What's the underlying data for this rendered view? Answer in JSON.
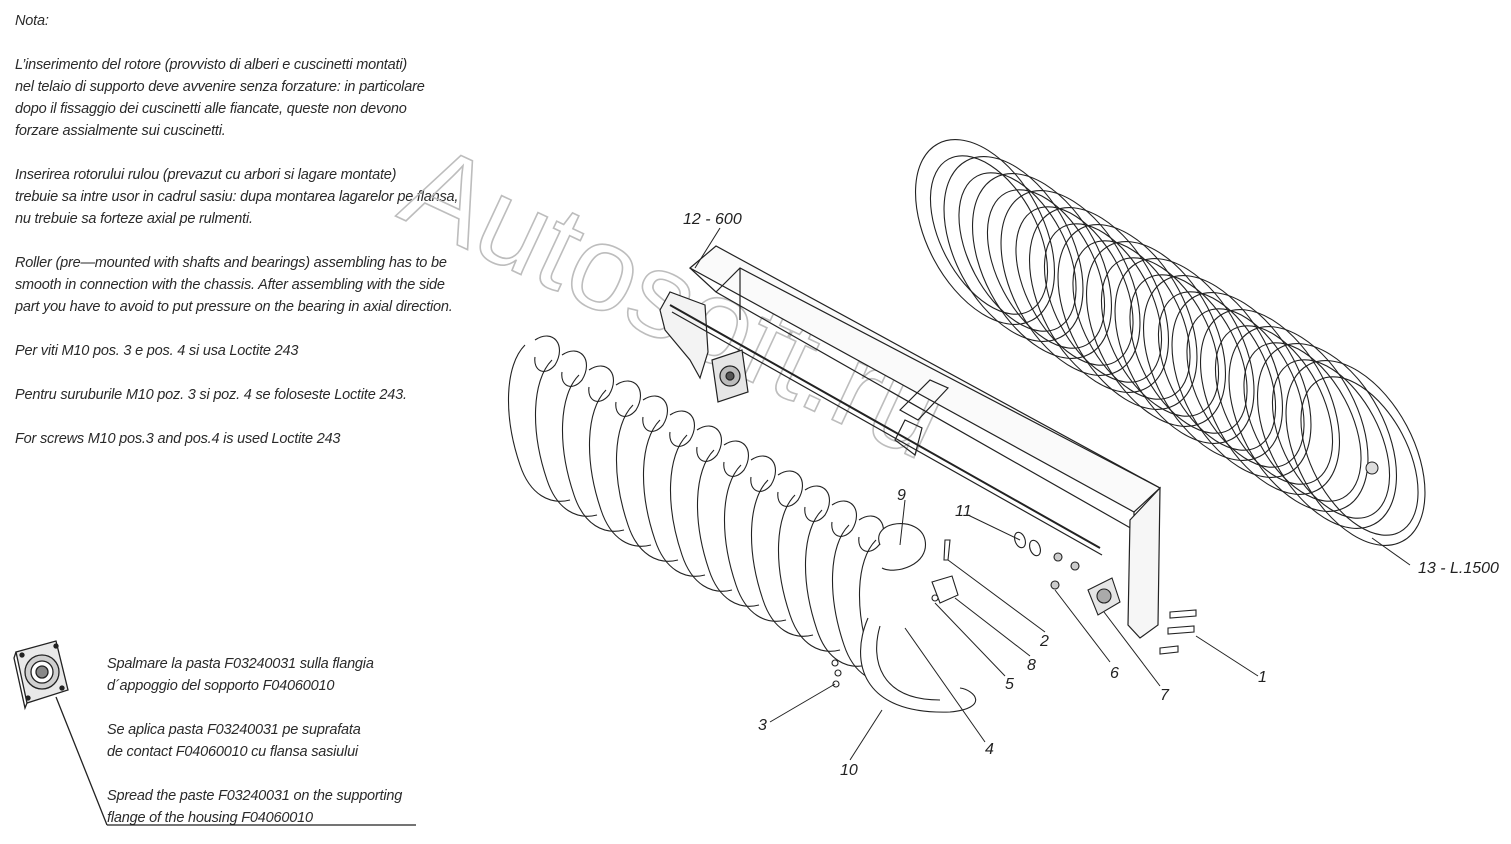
{
  "notes": {
    "heading": "Nota:",
    "it": [
      "L’inserimento del rotore (provvisto di alberi e cuscinetti montati)",
      "nel telaio di supporto deve avvenire senza forzature: in particolare",
      "dopo il fissaggio dei cuscinetti alle fiancate, queste non devono",
      "forzare assialmente sui cuscinetti."
    ],
    "ro": [
      "Inserirea rotorului rulou (prevazut cu arbori si lagare montate)",
      "trebuie sa intre usor in cadrul sasiu: dupa montarea lagarelor pe flansa,",
      "nu trebuie sa forteze axial pe rulmenti."
    ],
    "en": [
      "Roller (pre—mounted with shafts and bearings) assembling has to be",
      "smooth in connection with the  chassis. After assembling with the side",
      "part you have to avoid to put pressure on the bearing in axial direction."
    ],
    "loctite_it": "Per viti M10 pos. 3 e pos. 4 si usa Loctite 243",
    "loctite_ro": "Pentru suruburile M10 poz. 3 si poz. 4 se foloseste Loctite 243.",
    "loctite_en": "For screws M10 pos.3 and pos.4 is used Loctite 243"
  },
  "paste_note": {
    "it": [
      "Spalmare la pasta F03240031 sulla flangia",
      "d´appoggio del sopporto F04060010"
    ],
    "ro": [
      "Se aplica pasta F03240031 pe suprafata",
      "de contact F04060010 cu flansa sasiului"
    ],
    "en": [
      "Spread the paste F03240031 on the supporting",
      "flange of the housing F04060010"
    ]
  },
  "callouts": {
    "c1": "1",
    "c2": "2",
    "c3": "3",
    "c4": "4",
    "c5": "5",
    "c6": "6",
    "c7": "7",
    "c8": "8",
    "c9": "9",
    "c10": "10",
    "c11": "11",
    "c12": "12 - 600",
    "c13": "13 - L.1500"
  },
  "watermark": "Autosoft.ru"
}
